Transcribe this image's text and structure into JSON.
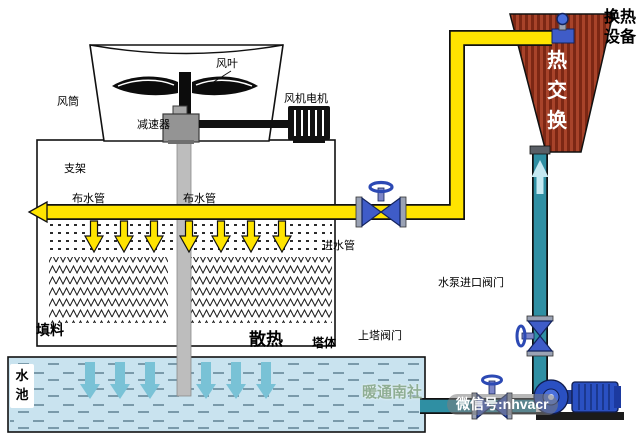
{
  "labels": {
    "fan_blade": "风叶",
    "fan_duct": "风筒",
    "fan_motor": "风机电机",
    "reducer": "减速器",
    "support": "支架",
    "water_distribution_pipe": "布水管",
    "inlet_pipe": "进水管",
    "fill_material": "填料",
    "heat_dissipation": "散热",
    "tower_body": "塔体",
    "to_tower_valve": "上塔阀门",
    "pump_inlet_valve": "水泵进口阀门",
    "water_pool": "水池",
    "heat_exchange": "热交换",
    "heat_exchange_equipment": "换热设备"
  },
  "watermarks": {
    "site_name": "暖通南社",
    "wechat_id": "微信号:nhvacr"
  },
  "colors": {
    "hot_water_pipe": "#ffe400",
    "cold_water_pipe": "#2f8fa3",
    "heat_exchanger": "#a8432a",
    "pool_water": "#c9e3ef",
    "valve": "#3f5cc8",
    "pump": "#2a50c2"
  }
}
